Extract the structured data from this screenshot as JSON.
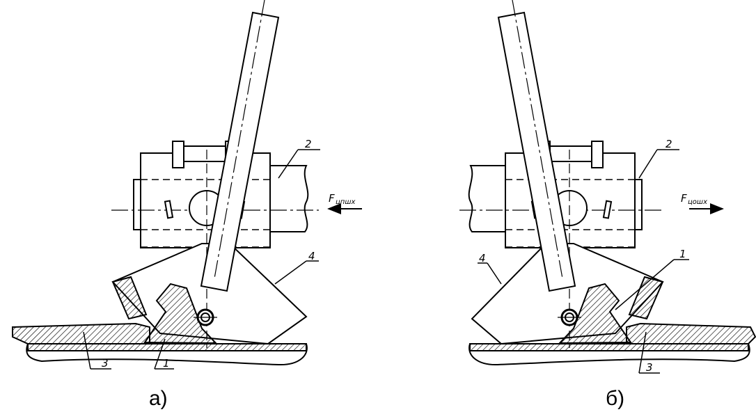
{
  "figure_a": {
    "caption": "а)",
    "force_label": "F",
    "force_subscript": "цпшх",
    "labels": {
      "part1": "1",
      "part2": "2",
      "part3": "3",
      "part4": "4"
    }
  },
  "figure_b": {
    "caption": "б)",
    "force_label": "F",
    "force_subscript": "цошх",
    "labels": {
      "part1": "1",
      "part2": "2",
      "part3": "3",
      "part4": "4"
    }
  },
  "colors": {
    "ink": "#000000",
    "paper": "#ffffff"
  }
}
